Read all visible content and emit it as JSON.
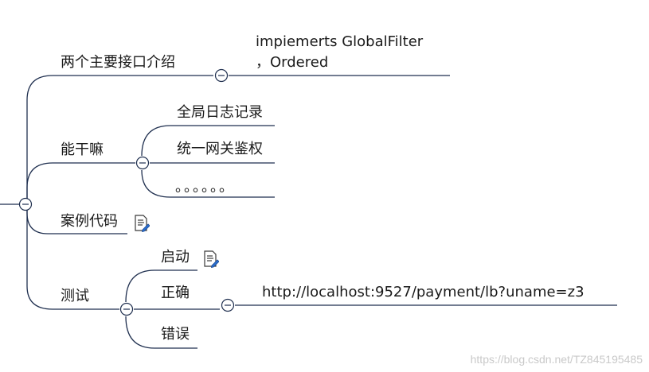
{
  "colors": {
    "line": "#1f2f4f",
    "text": "#1a1a1a",
    "collapse_fill": "#ffffff",
    "watermark": "#c9c9c9"
  },
  "root": {
    "collapse_icon": "minus-circle-icon"
  },
  "branches": {
    "interfaces": {
      "label": "两个主要接口介绍",
      "detail_line1": "impiemerts   GlobalFilter",
      "detail_line2": "，Ordered"
    },
    "capabilities": {
      "label": "能干嘛",
      "items": [
        "全局日志记录",
        "统一网关鉴权",
        "。。。。。。"
      ]
    },
    "example": {
      "label": "案例代码",
      "icon": "note-edit-icon"
    },
    "test": {
      "label": "测试",
      "items": {
        "start": "启动",
        "correct": "正确",
        "error": "错误"
      },
      "url": "http://localhost:9527/payment/lb?uname=z3"
    }
  },
  "watermark": "https://blog.csdn.net/TZ845195485"
}
